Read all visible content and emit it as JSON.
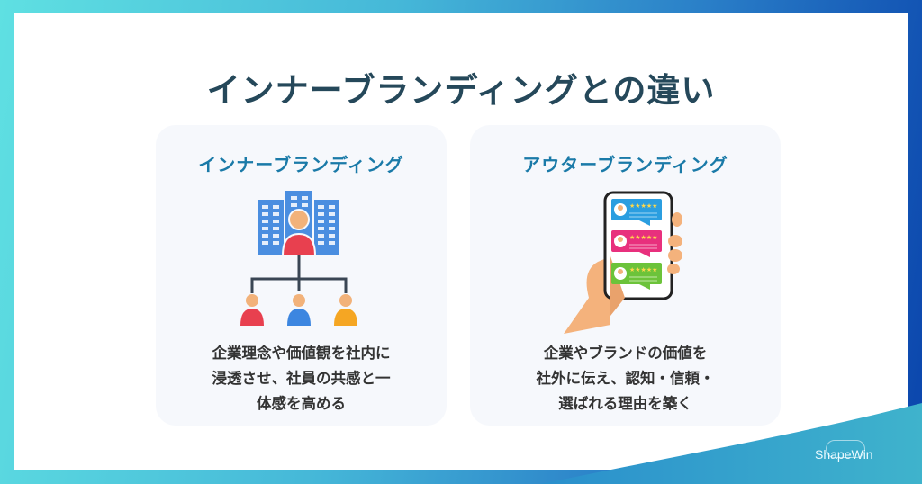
{
  "title": "インナーブランディングとの違い",
  "cards": [
    {
      "heading": "インナーブランディング",
      "illustration": "org-chart-icon",
      "description_lines": [
        "企業理念や価値観を社内に",
        "浸透させ、社員の共感と一",
        "体感を高める"
      ]
    },
    {
      "heading": "アウターブランディング",
      "illustration": "smartphone-reviews-icon",
      "description_lines": [
        "企業やブランドの価値を",
        "社外に伝え、認知・信頼・",
        "選ばれる理由を築く"
      ]
    }
  ],
  "brand": {
    "logo_text": "ShapeWin"
  },
  "colors": {
    "title": "#25485a",
    "card_heading": "#1a7aa8",
    "card_bg": "#f6f8fc",
    "frame_left": "#5fe0e2",
    "frame_right": "#0a44ac"
  }
}
